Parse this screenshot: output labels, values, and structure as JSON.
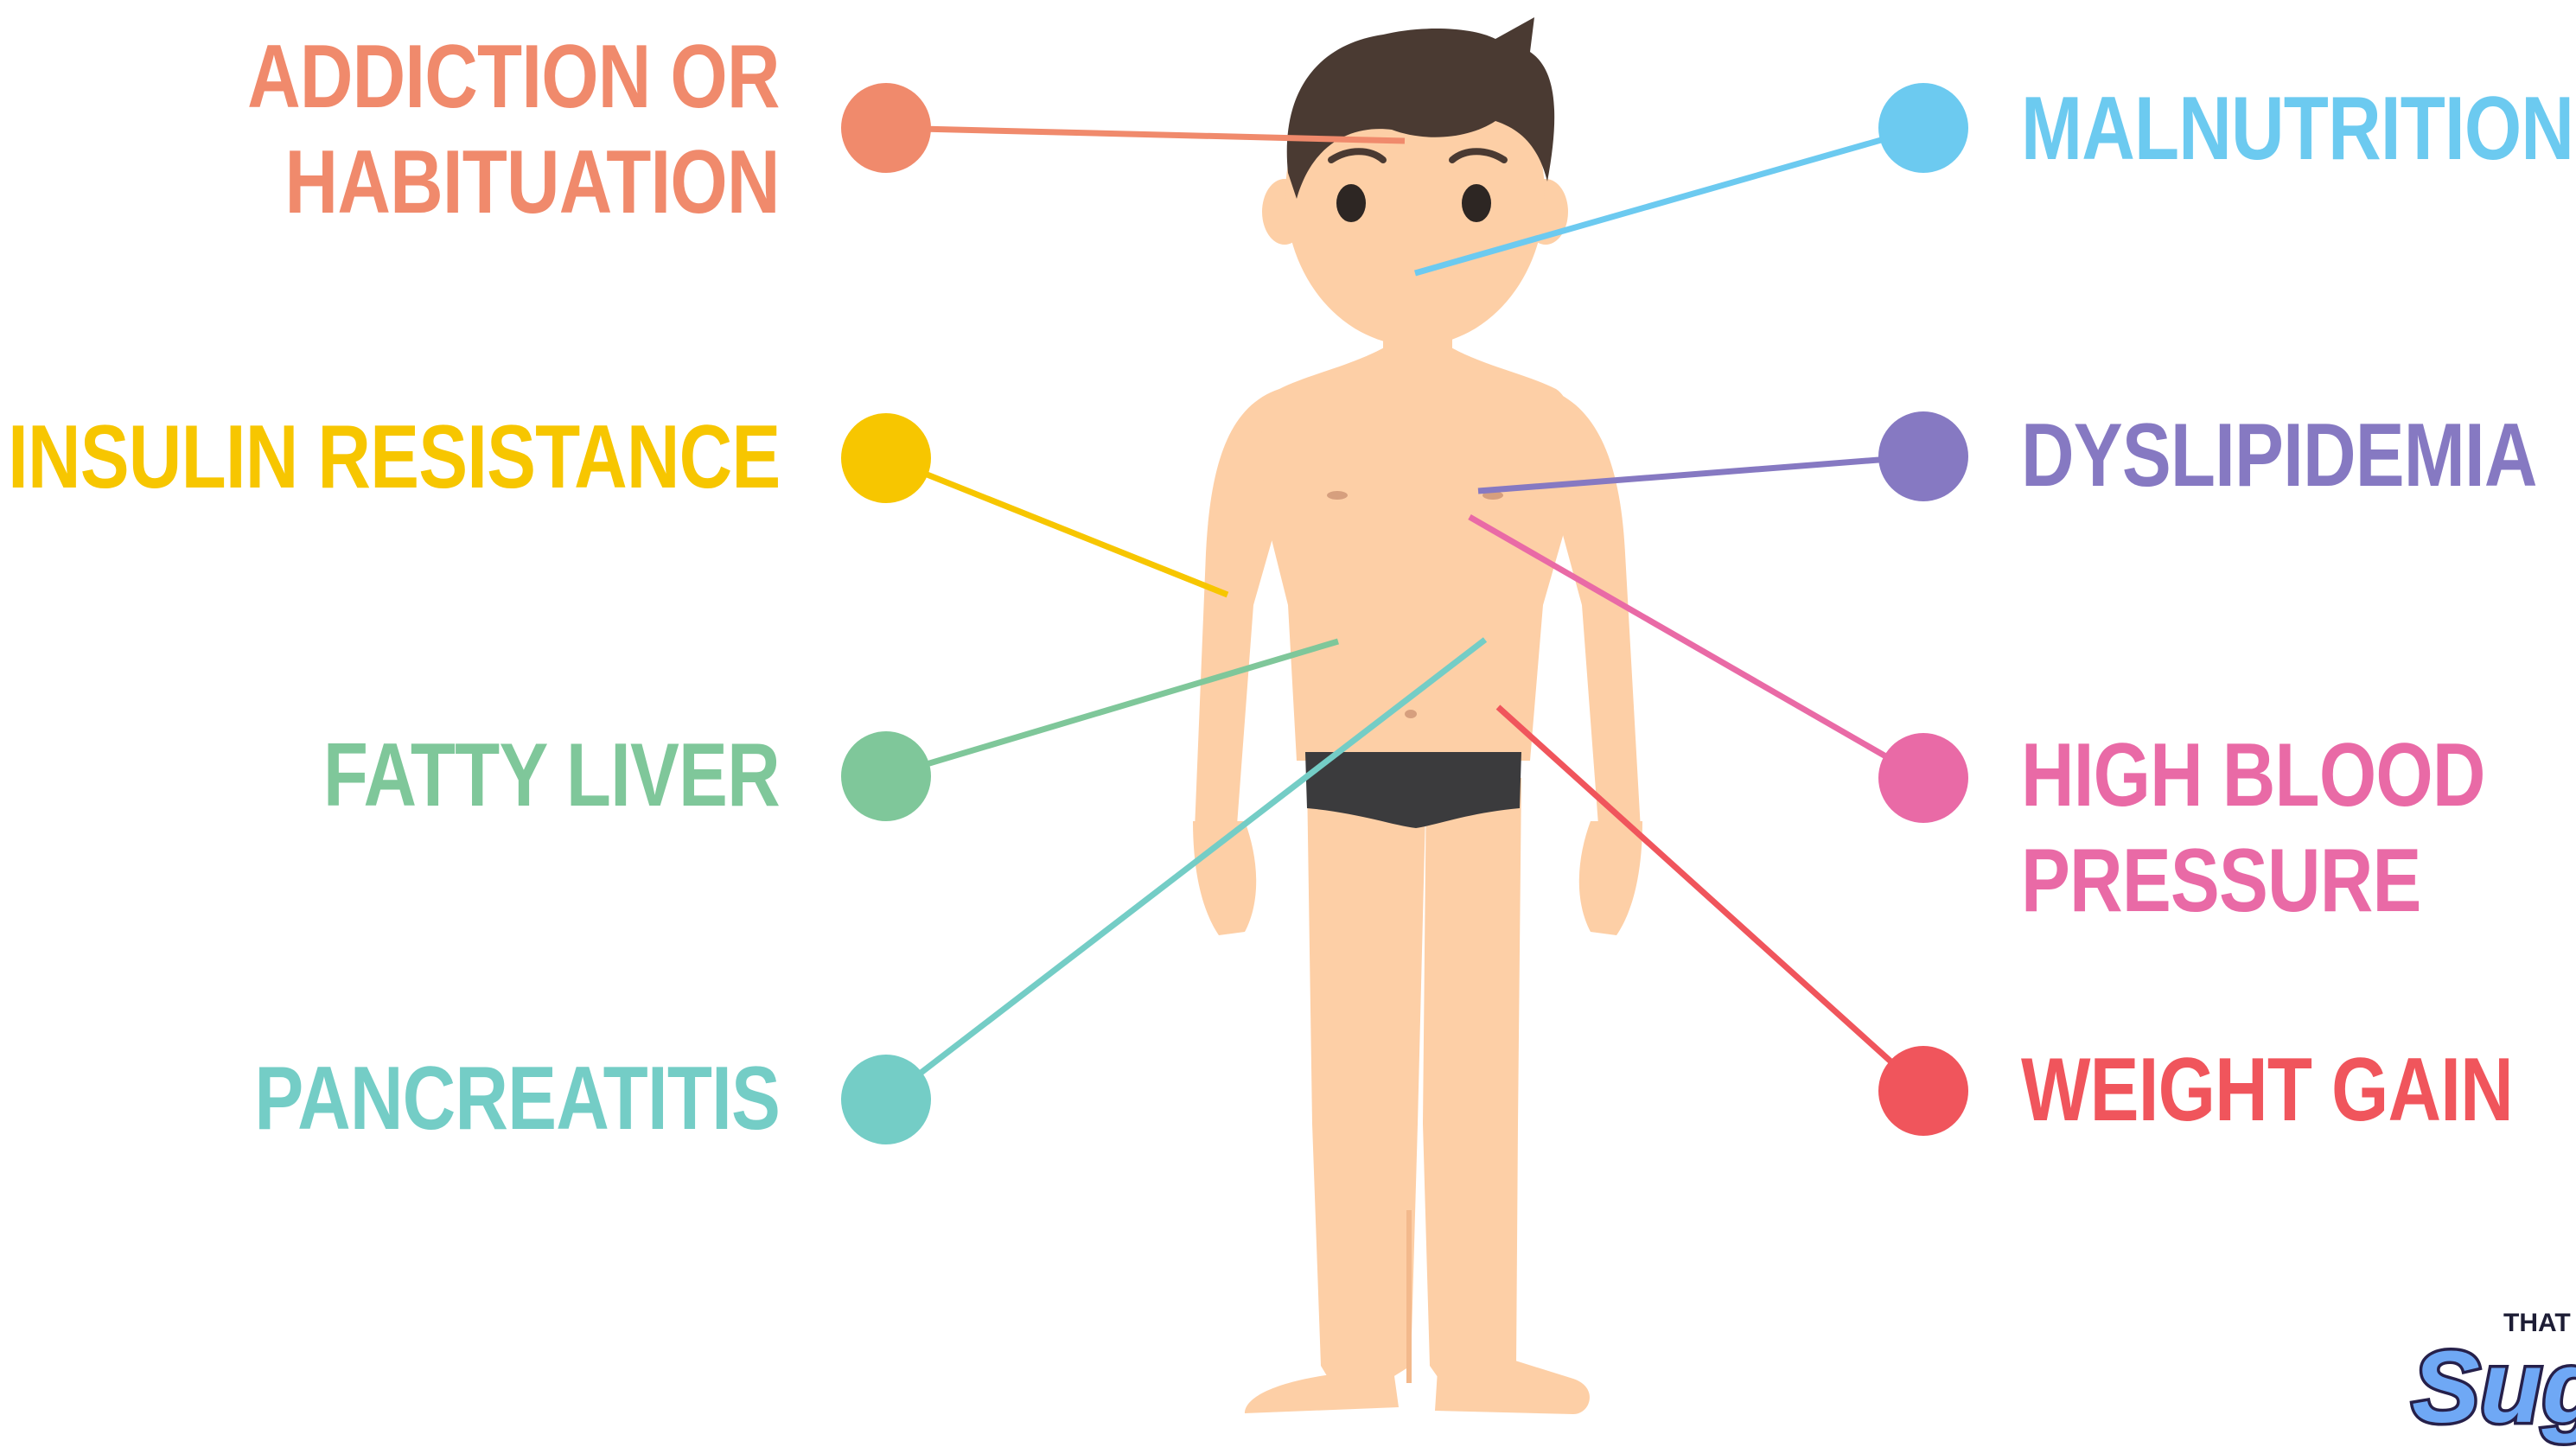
{
  "labels": {
    "addiction": {
      "line1": "ADDICTION OR",
      "line2": "HABITUATION"
    },
    "insulin": {
      "line1": "INSULIN RESISTANCE"
    },
    "fatty_liver": {
      "line1": "FATTY LIVER"
    },
    "pancreatitis": {
      "line1": "PANCREATITIS"
    },
    "malnutrition": {
      "line1": "MALNUTRITION"
    },
    "dyslipidemia": {
      "line1": "DYSLIPIDEMIA"
    },
    "high_blood_pressure": {
      "line1": "HIGH BLOOD",
      "line2": "PRESSURE"
    },
    "weight_gain": {
      "line1": "WEIGHT GAIN"
    }
  },
  "logo": {
    "top_text": "THAT",
    "main_text": "Sug"
  },
  "colors": {
    "addiction": "#f08a6c",
    "insulin": "#f7c600",
    "fatty_liver": "#7fc79a",
    "pancreatitis": "#74cdc6",
    "malnutrition": "#6ccaf0",
    "dyslipidemia": "#8679c2",
    "high_blood_pressure": "#e96aa6",
    "weight_gain": "#f0555c",
    "skin": "#fdcfa6",
    "skin_shadow": "#f3b98c",
    "hair": "#4a3a32",
    "underwear": "#3b3b3d"
  }
}
